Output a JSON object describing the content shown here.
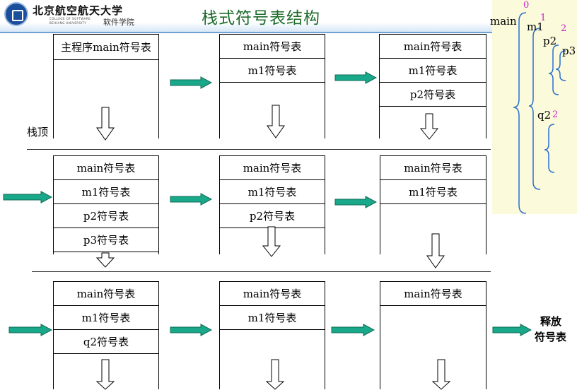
{
  "header": {
    "logo_cn": "北京航空航天大学",
    "logo_en_line1": "COLLEGE OF SOFTWARE",
    "logo_en_line2": "BEIHANG UNIVERSITY",
    "logo_sub": "软件学院",
    "title": "栈式符号表结构"
  },
  "labels": {
    "stack_top": "栈顶",
    "release": "释放\n符号表",
    "release_line1": "释放",
    "release_line2": "符号表"
  },
  "rows": [
    {
      "stacks": [
        {
          "cells": [
            "主程序main符号表",
            ""
          ]
        },
        {
          "cells": [
            "main符号表",
            "m1符号表",
            ""
          ]
        },
        {
          "cells": [
            "main符号表",
            "m1符号表",
            "p2符号表",
            ""
          ]
        }
      ]
    },
    {
      "stacks": [
        {
          "cells": [
            "main符号表",
            "m1符号表",
            "p2符号表",
            "p3符号表"
          ]
        },
        {
          "cells": [
            "main符号表",
            "m1符号表",
            "p2符号表",
            ""
          ]
        },
        {
          "cells": [
            "main符号表",
            "m1符号表",
            ""
          ]
        }
      ]
    },
    {
      "stacks": [
        {
          "cells": [
            "main符号表",
            "m1符号表",
            "q2符号表",
            ""
          ]
        },
        {
          "cells": [
            "main符号表",
            "m1符号表",
            ""
          ]
        },
        {
          "cells": [
            "main符号表",
            ""
          ]
        }
      ]
    }
  ],
  "scope_panel": {
    "scopes": [
      "main",
      "m1",
      "p2",
      "p3",
      "q2"
    ],
    "levels": [
      "0",
      "1",
      "2",
      "2"
    ]
  },
  "colors": {
    "arrow_fill": "#1aa88a",
    "arrow_stroke": "#0e6b57",
    "title": "#1d6b2a",
    "panel_bg": "#fbfadb",
    "brace": "#2a6fd1",
    "level": "#d01ed0"
  }
}
